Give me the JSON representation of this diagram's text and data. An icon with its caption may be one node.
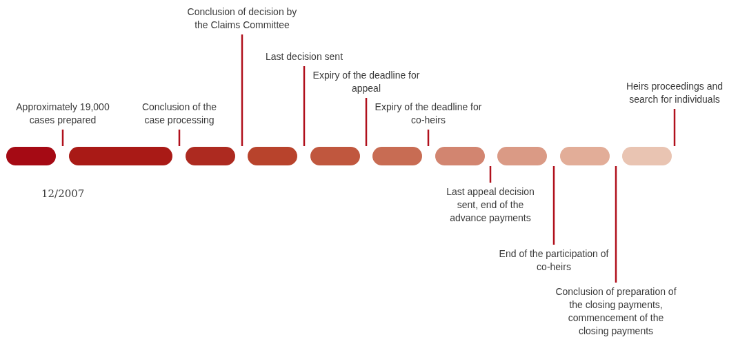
{
  "diagram": {
    "nodes": [
      {
        "text": [],
        "shape": "bar"
      },
      {
        "text": [],
        "shape": "bar"
      },
      {
        "text": [],
        "shape": "bar"
      },
      {
        "text": [],
        "shape": "bar"
      },
      {
        "text": [],
        "shape": "bar"
      },
      {
        "text": [],
        "shape": "bar"
      },
      {
        "text": [],
        "shape": "bar"
      },
      {
        "text": [],
        "shape": "bar"
      },
      {
        "text": [],
        "shape": "bar"
      },
      {
        "text": [],
        "shape": "bar"
      },
      {
        "text": [
          "Approximately 19,000 cases prepared"
        ]
      },
      {
        "text": [
          "Conclusion of the case processing"
        ]
      },
      {
        "text": [
          "Conclusion of decision by the Claims Committee"
        ]
      },
      {
        "text": [
          "Last decision sent"
        ]
      },
      {
        "text": [
          "Expiry of the deadline for appeal"
        ]
      },
      {
        "text": [
          "Expiry of the deadline for co-heirs"
        ]
      },
      {
        "text": [
          "Last appeal decision sent, end of the advance payments"
        ]
      },
      {
        "text": [
          "End of the participation of co-heirs"
        ]
      },
      {
        "text": [
          "Conclusion of preparation of the closing payments, commencement of the closing payments"
        ]
      },
      {
        "text": [
          "Heirs proceedings and search for individuals"
        ]
      }
    ],
    "edges": [
      {
        "from": 10,
        "to": 0,
        "arrow": "none"
      },
      {
        "from": 11,
        "to": 2,
        "arrow": "none"
      },
      {
        "from": 12,
        "to": 2,
        "arrow": "none"
      },
      {
        "from": 13,
        "to": 3,
        "arrow": "none"
      },
      {
        "from": 14,
        "to": 4,
        "arrow": "none"
      },
      {
        "from": 15,
        "to": 5,
        "arrow": "none"
      },
      {
        "from": 16,
        "to": 6,
        "arrow": "none"
      },
      {
        "from": 17,
        "to": 7,
        "arrow": "none"
      },
      {
        "from": 18,
        "to": 8,
        "arrow": "none"
      },
      {
        "from": 19,
        "to": 9,
        "arrow": "none"
      }
    ],
    "labels": [
      "12/2007"
    ]
  }
}
